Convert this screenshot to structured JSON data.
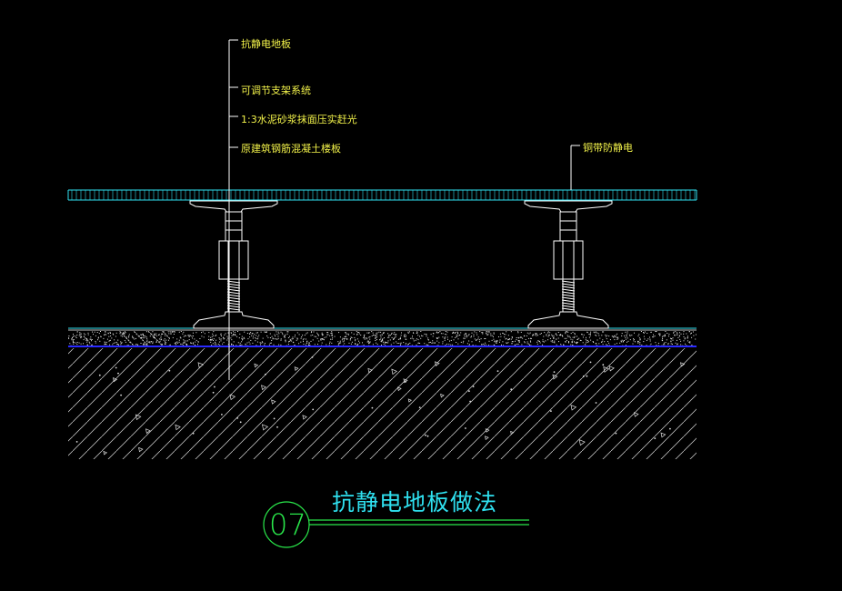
{
  "labels": {
    "l1": "抗静电地板",
    "l2": "可调节支架系统",
    "l3": "1:3水泥砂浆抹面压实赶光",
    "l4": "原建筑钢筋混凝土楼板",
    "l5": "铜带防静电"
  },
  "title": {
    "text": "抗静电地板做法",
    "number": "07"
  },
  "colors": {
    "background": "#000000",
    "label": "#f2f24a",
    "title": "#2fe0ef",
    "number": "#29e64a",
    "lines": "#ffffff",
    "panel": "#2fe0ef",
    "mortar_bottom": "#2a2aff"
  }
}
